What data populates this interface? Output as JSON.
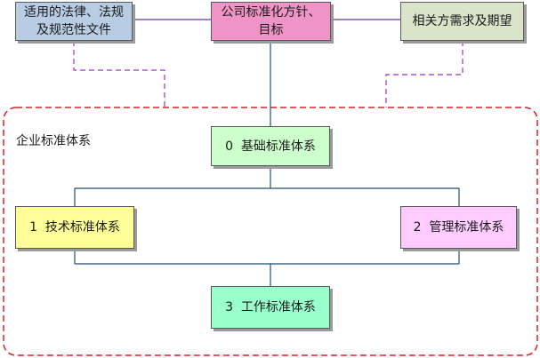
{
  "nodes": {
    "laws": "适用的法律、法规及规范性文件",
    "policy": "公司标准化方针、目标",
    "stakeholders": "相关方需求及期望",
    "base": "0  基础标准体系",
    "tech": "1  技术标准体系",
    "mgmt": "2  管理标准体系",
    "work": "3  工作标准体系"
  },
  "enterprise_label": "企业标准体系",
  "colors": {
    "laws": "#b8cce4",
    "policy": "#f093c6",
    "stakeholders": "#d9e4c8",
    "base": "#ccffcc",
    "tech": "#ffff99",
    "mgmt": "#ffccff",
    "work": "#99ffcc",
    "solid_connector": "#1f4e79",
    "top_connector": "#7030a0",
    "dashed_connector": "#9933cc",
    "boundary": "#e02020"
  }
}
